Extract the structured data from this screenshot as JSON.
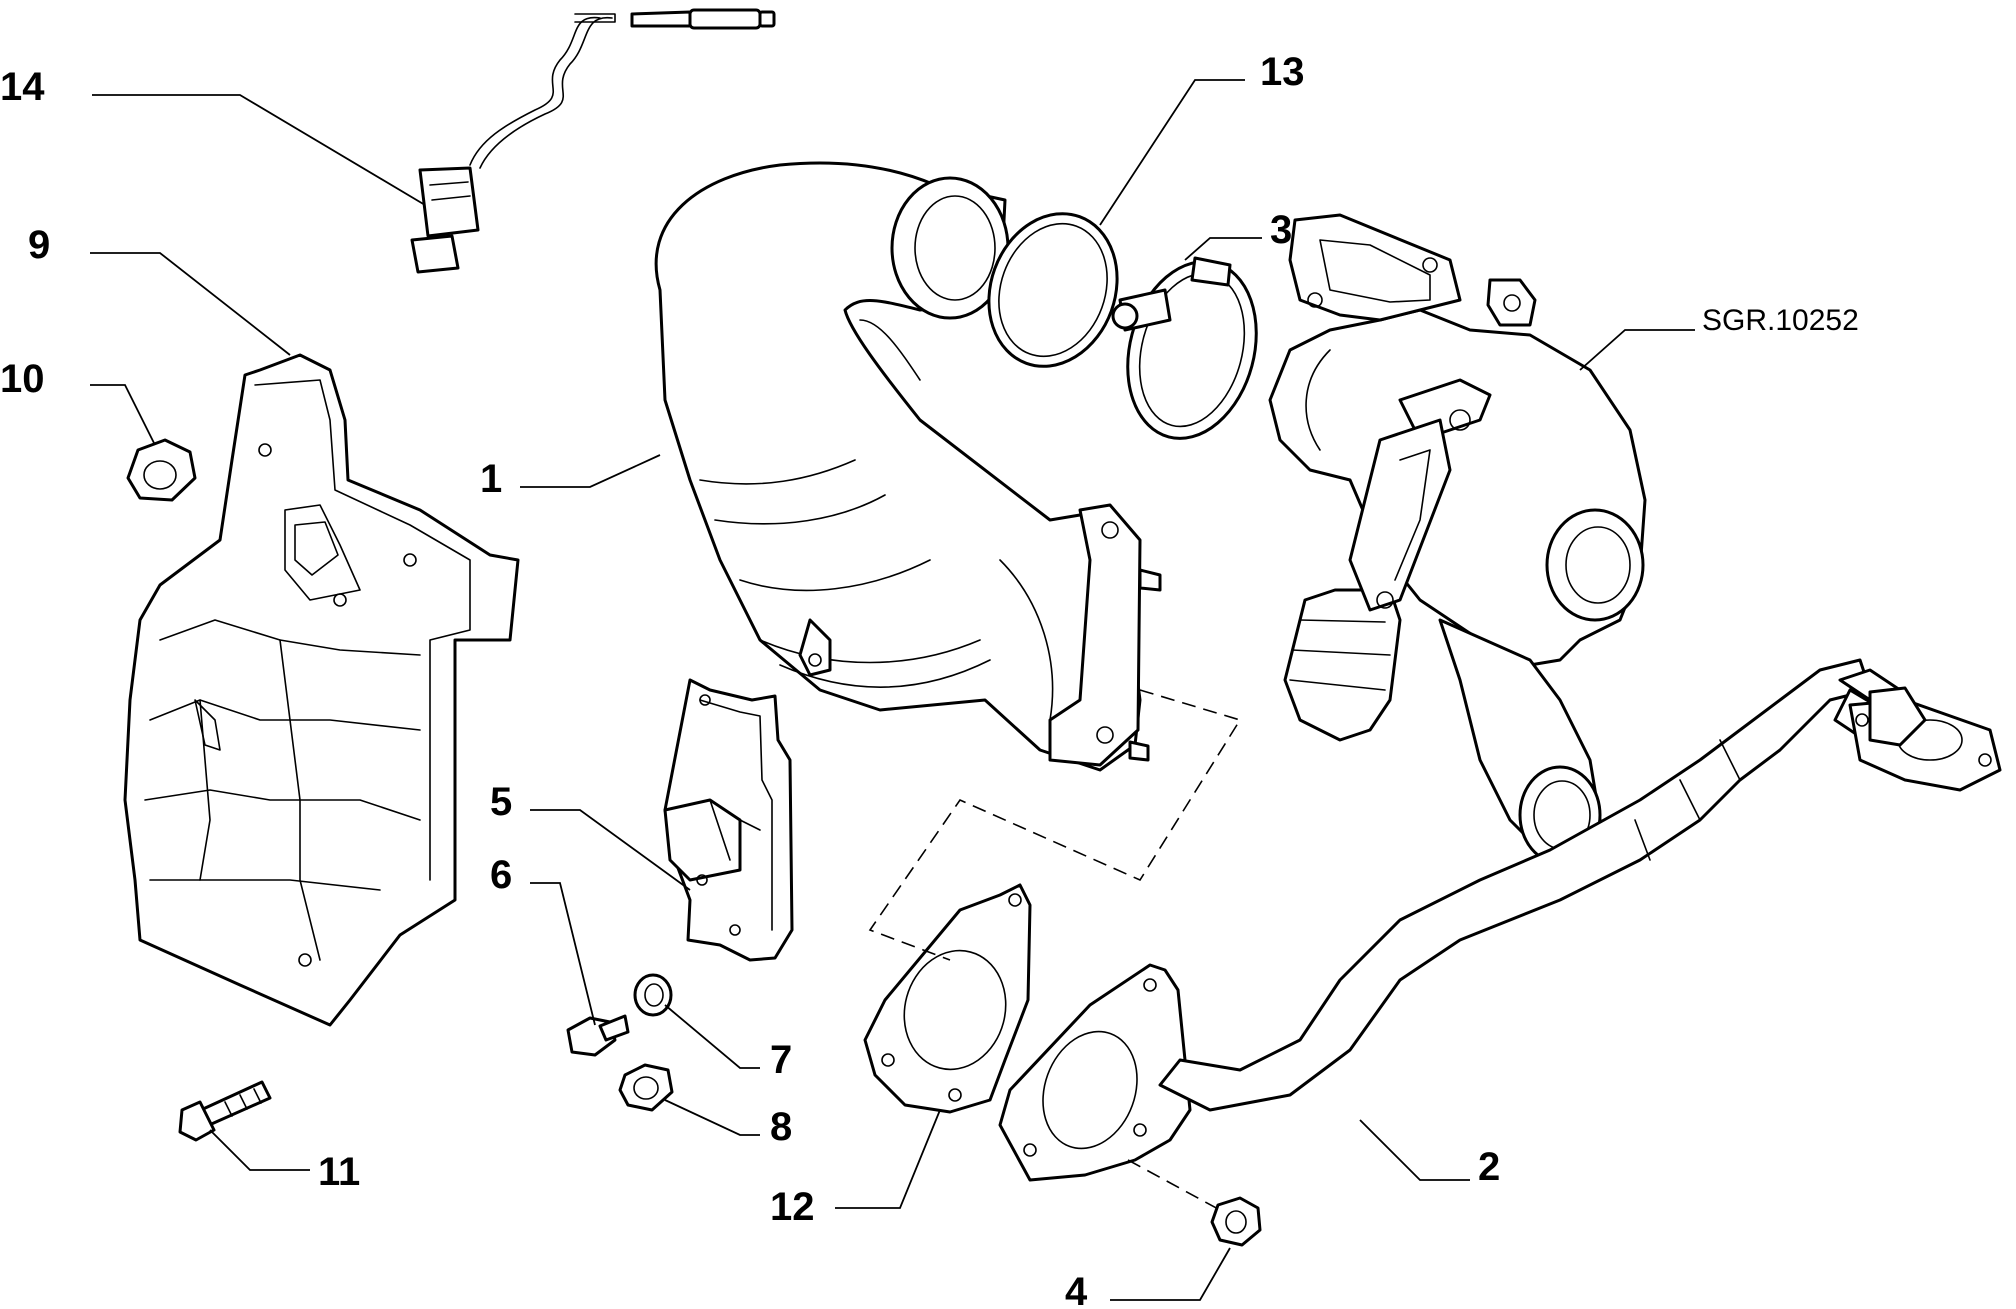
{
  "diagram": {
    "reference_code": "SGR.10252",
    "callouts": [
      {
        "id": "c1",
        "label": "1"
      },
      {
        "id": "c2",
        "label": "2"
      },
      {
        "id": "c3",
        "label": "3"
      },
      {
        "id": "c4",
        "label": "4"
      },
      {
        "id": "c5",
        "label": "5"
      },
      {
        "id": "c6",
        "label": "6"
      },
      {
        "id": "c7",
        "label": "7"
      },
      {
        "id": "c8",
        "label": "8"
      },
      {
        "id": "c9",
        "label": "9"
      },
      {
        "id": "c10",
        "label": "10"
      },
      {
        "id": "c11",
        "label": "11"
      },
      {
        "id": "c12",
        "label": "12"
      },
      {
        "id": "c13",
        "label": "13"
      },
      {
        "id": "c14",
        "label": "14"
      }
    ]
  }
}
